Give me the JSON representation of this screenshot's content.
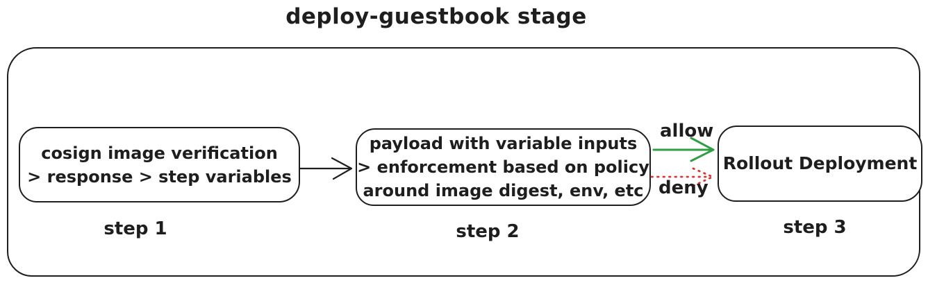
{
  "title": "deploy-guestbook stage",
  "colors": {
    "stroke": "#1e1e1e",
    "allow_green": "#2f9e44",
    "deny_red": "#e03131",
    "background": "#ffffff"
  },
  "steps": [
    {
      "label": "step 1",
      "lines": [
        "cosign image verification",
        "> response > step variables"
      ]
    },
    {
      "label": "step 2",
      "lines": [
        "payload with variable inputs",
        "> enforcement based on policy",
        "around image digest, env, etc"
      ]
    },
    {
      "label": "step 3",
      "lines": [
        "Rollout Deployment"
      ]
    }
  ],
  "arrows": [
    {
      "name": "step1-to-step2",
      "label": "",
      "style": "solid"
    },
    {
      "name": "allow",
      "label": "allow",
      "style": "solid"
    },
    {
      "name": "deny",
      "label": "deny",
      "style": "dotted"
    }
  ]
}
